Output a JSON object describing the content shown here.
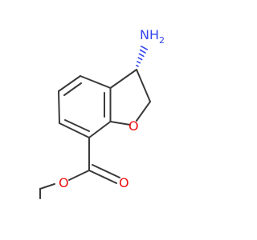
{
  "atoms": {
    "amine": {
      "label": "NH",
      "subscript": "2",
      "color": "#3344ee"
    },
    "ring_oxygen": {
      "label": "O",
      "color": "#ee1111"
    },
    "carbonyl_oxygen": {
      "label": "O",
      "color": "#ee1111"
    },
    "ester_oxygen": {
      "label": "O",
      "color": "#ee1111"
    }
  },
  "colors": {
    "bond": "#3a3a3a",
    "background": "#ffffff"
  }
}
